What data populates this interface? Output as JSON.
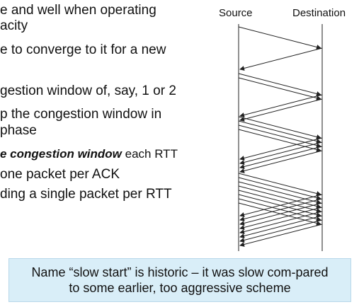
{
  "bullets": {
    "line1": "e and well when operating",
    "line2": "acity",
    "line3": "e to converge to it for a new",
    "line4": "gestion window of, say, 1 or 2",
    "line5": "p the congestion window in",
    "line6": "phase",
    "line7_emph": "e congestion window",
    "line7_rest": " each RTT",
    "line8": " one packet per ACK",
    "line9": "ding a single packet per RTT"
  },
  "diagram": {
    "source_label": "Source",
    "destination_label": "Destination",
    "colors": {
      "lines": "#222222"
    },
    "rounds": [
      {
        "data_packets": 1,
        "acks": 1
      },
      {
        "data_packets": 2,
        "acks": 2
      },
      {
        "data_packets": 4,
        "acks": 4
      },
      {
        "data_packets": 8,
        "acks": 8
      }
    ]
  },
  "note": {
    "text": "Name “slow start” is historic – it was slow com-pared to some earlier, too aggressive scheme",
    "background": "#d9eef8"
  }
}
